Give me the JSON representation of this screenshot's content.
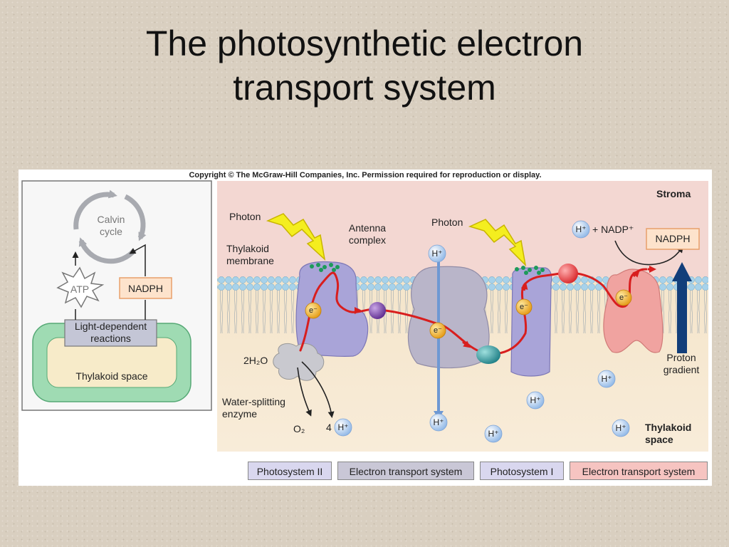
{
  "slide": {
    "title_line1": "The photosynthetic electron",
    "title_line2": "transport system"
  },
  "figure": {
    "copyright": "Copyright © The McGraw-Hill Companies, Inc. Permission required for reproduction or display.",
    "overview": {
      "calvin_line1": "Calvin",
      "calvin_line2": "cycle",
      "atp": "ATP",
      "nadph": "NADPH",
      "light_line1": "Light-dependent",
      "light_line2": "reactions",
      "thylakoid_space": "Thylakoid space"
    },
    "labels": {
      "stroma": "Stroma",
      "photon_left": "Photon",
      "photon_right": "Photon",
      "antenna_line1": "Antenna",
      "antenna_line2": "complex",
      "membrane_line1": "Thylakoid",
      "membrane_line2": "membrane",
      "water": "2H₂O",
      "enzyme_line1": "Water-splitting",
      "enzyme_line2": "enzyme",
      "o2": "O₂",
      "four_h": "4",
      "h_plus": "H⁺",
      "electron": "e⁻",
      "nadp": "+ NADP⁺",
      "nadph": "NADPH",
      "proton_line1": "Proton",
      "proton_line2": "gradient",
      "thylakoid_line1": "Thylakoid",
      "thylakoid_line2": "space"
    },
    "legend": [
      "Photosystem II",
      "Electron transport system",
      "Photosystem I",
      "Electron transport system"
    ],
    "colors": {
      "stroma": "#f3d7d2",
      "lumen": "#f5e3c8",
      "photosystem": "#a9a4d8",
      "cytochrome": "#b9b5c9",
      "reductase": "#f0a3a0",
      "electron_path": "#d81e1e",
      "photon": "#f4ee1f",
      "proton_arrow": "#123e7a"
    }
  }
}
